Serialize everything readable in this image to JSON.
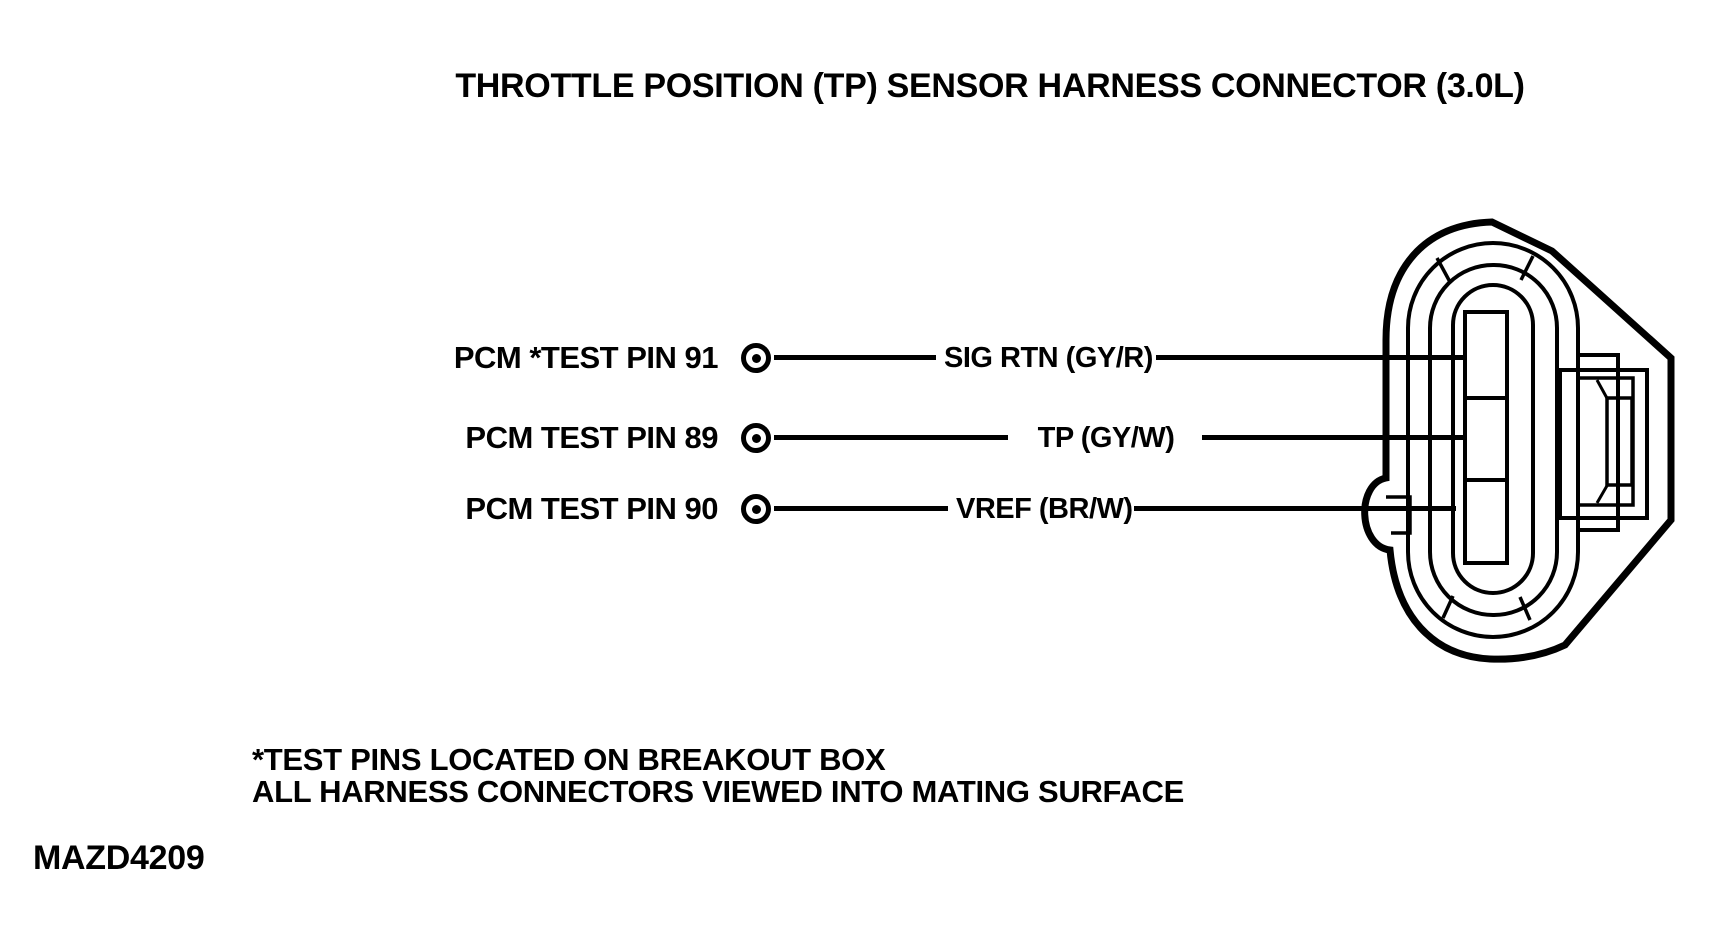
{
  "title": "THROTTLE POSITION (TP) SENSOR HARNESS CONNECTOR (3.0L)",
  "pins": [
    {
      "pcm_label": "PCM *TEST PIN 91",
      "wire_label": "SIG RTN (GY/R)"
    },
    {
      "pcm_label": "PCM TEST PIN 89",
      "wire_label": "TP (GY/W)"
    },
    {
      "pcm_label": "PCM TEST PIN 90",
      "wire_label": "VREF (BR/W)"
    }
  ],
  "notes": {
    "line1": "*TEST PINS LOCATED ON BREAKOUT BOX",
    "line2": "ALL HARNESS CONNECTORS VIEWED INTO MATING SURFACE"
  },
  "figure_id": "MAZD4209",
  "connector": {
    "terminal_count": 3
  },
  "icons": {
    "test_point": "circle-dot"
  },
  "colors": {
    "ink": "#000000",
    "background": "#ffffff"
  }
}
